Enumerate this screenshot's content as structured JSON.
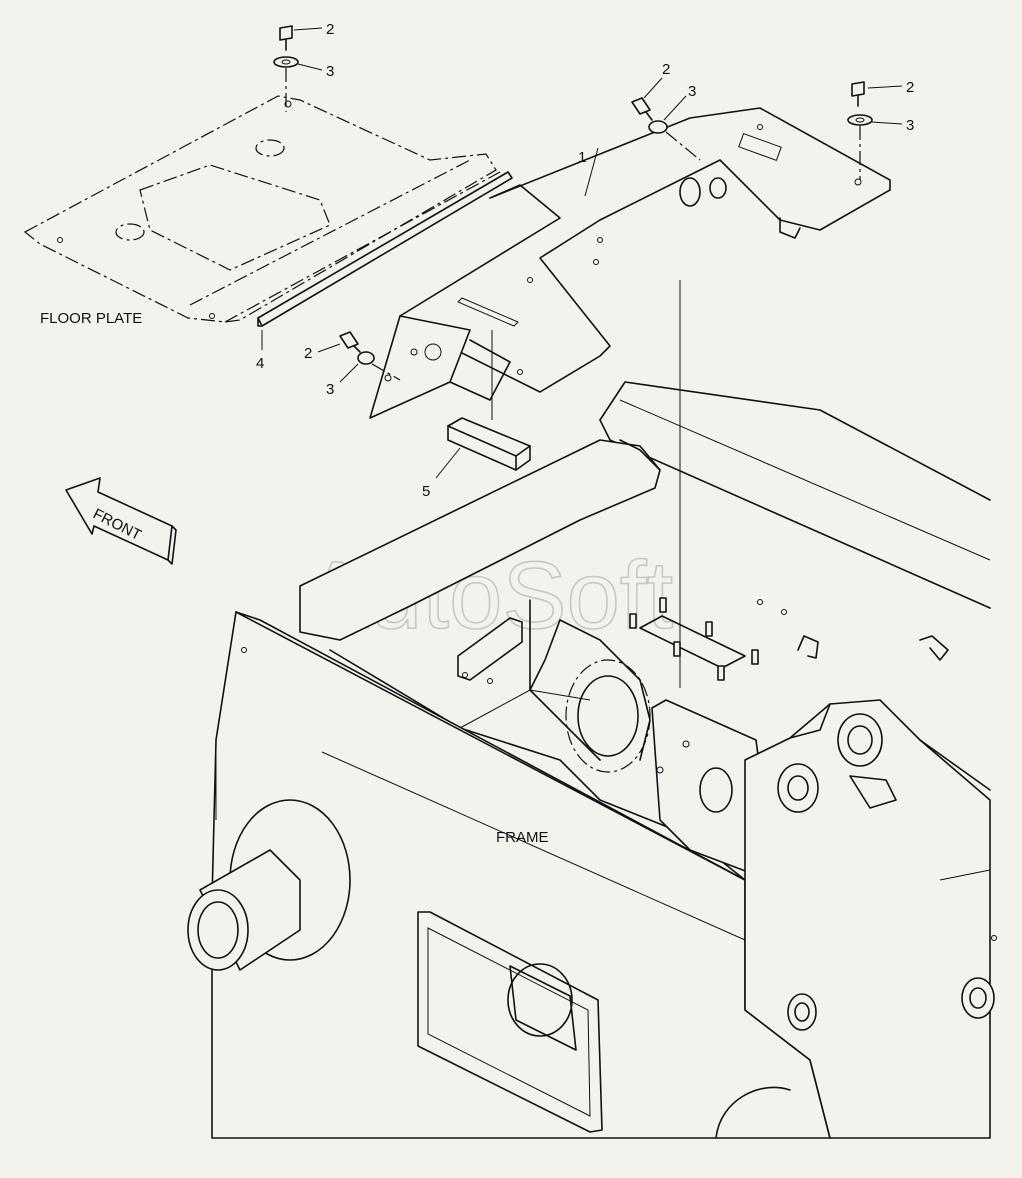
{
  "labels": {
    "floor_plate": "FLOOR PLATE",
    "frame": "FRAME",
    "front": "FRONT",
    "watermark": "AutoSoft"
  },
  "callouts": {
    "c1": "1",
    "c2a": "2",
    "c3a": "3",
    "c2b": "2",
    "c3b": "3",
    "c2c": "2",
    "c3c": "3",
    "c2d": "2",
    "c3d": "3",
    "c4": "4",
    "c5": "5"
  }
}
